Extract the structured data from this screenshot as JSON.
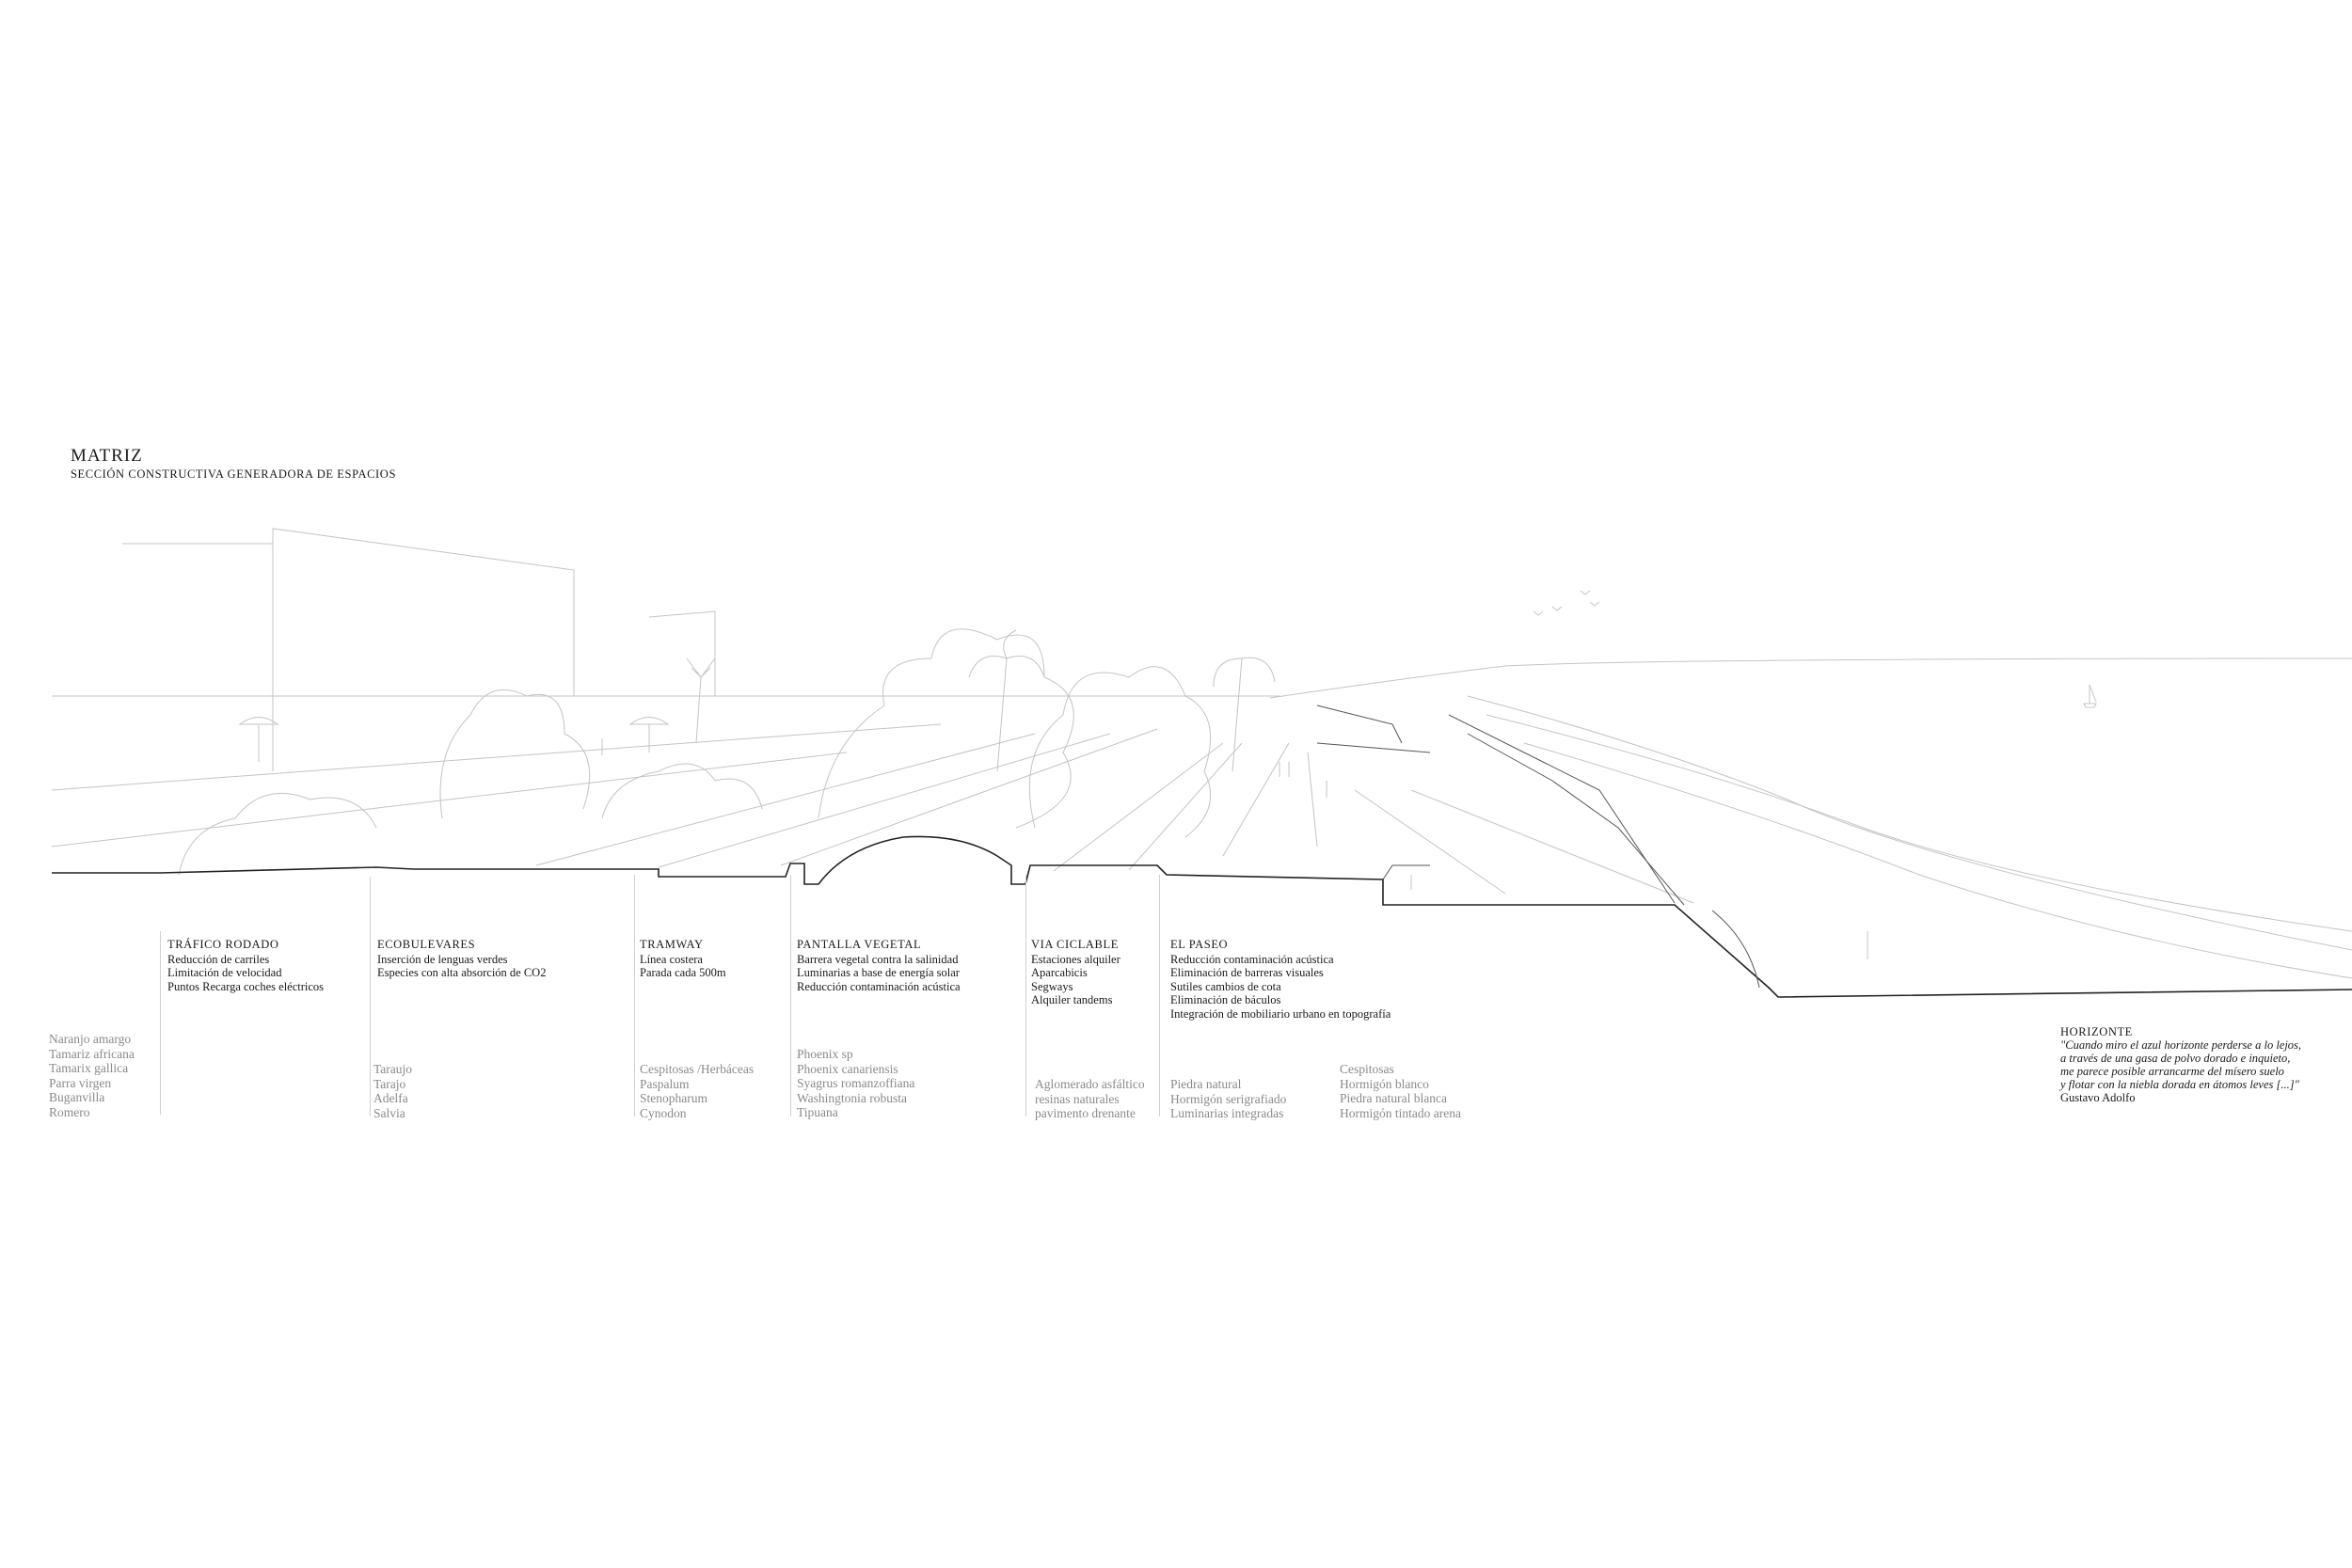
{
  "title": "MATRIZ",
  "subtitle": "SECCIÓN CONSTRUCTIVA GENERADORA DE ESPACIOS",
  "zones": [
    {
      "title": "TRÁFICO RODADO",
      "items": [
        "Reducción de carriles",
        "Limitación de velocidad",
        "Puntos Recarga coches eléctricos"
      ]
    },
    {
      "title": "ECOBULEVARES",
      "items": [
        "Inserción de lenguas verdes",
        "Especies con alta absorción de CO2"
      ]
    },
    {
      "title": "TRAMWAY",
      "items": [
        "Línea costera",
        "Parada cada 500m"
      ]
    },
    {
      "title": "PANTALLA VEGETAL",
      "items": [
        "Barrera vegetal contra la salinidad",
        "Luminarias a base de energía solar",
        "Reducción contaminación acústica"
      ]
    },
    {
      "title": "VIA CICLABLE",
      "items": [
        "Estaciones alquiler",
        "Aparcabicis",
        "Segways",
        "Alquiler tandems"
      ]
    },
    {
      "title": "EL PASEO",
      "items": [
        "Reducción contaminación acústica",
        "Eliminación de barreras visuales",
        "Sutiles cambios de cota",
        "Eliminación de báculos",
        "Integración de mobiliario urbano en topografía"
      ]
    }
  ],
  "materials": [
    [
      "Naranjo amargo",
      "Tamariz africana",
      "Tamarix gallica",
      "Parra virgen",
      "Buganvilla",
      "Romero"
    ],
    [
      "Taraujo",
      "Tarajo",
      "Adelfa",
      "Salvia"
    ],
    [
      "Cespitosas /Herbáceas",
      "Paspalum",
      "Stenopharum",
      "Cynodon"
    ],
    [
      "Phoenix sp",
      "Phoenix canariensis",
      "Syagrus romanzoffiana",
      "Washingtonia robusta",
      "Tipuana"
    ],
    [
      "Aglomerado asfáltico",
      "resinas naturales",
      "pavimento drenante"
    ],
    [
      "Piedra natural",
      "Hormigón serigrafiado",
      "Luminarias integradas"
    ],
    [
      "Cespitosas",
      "Hormigón blanco",
      "Piedra natural blanca",
      "Hormigón tintado arena"
    ]
  ],
  "horizonte": {
    "title": "HORIZONTE",
    "lines": [
      "\"Cuando miro el azul horizonte perderse a lo lejos,",
      "a través de una gasa de polvo dorado e inquieto,",
      "me parece posible arrancarme del mísero suelo",
      "y flotar con la niebla dorada en átomos leves [...]\""
    ],
    "author": "Gustavo Adolfo"
  }
}
